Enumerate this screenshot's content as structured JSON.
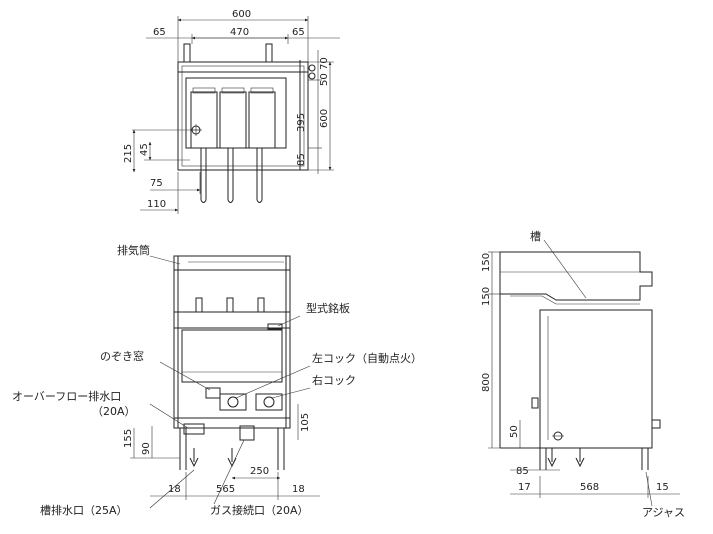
{
  "top_view": {
    "dims": {
      "overall_width": "600",
      "side_left": "65",
      "inner_width": "470",
      "side_right": "65",
      "right_top": "70",
      "right_small": "50",
      "right_mid": "395",
      "right_overall": "600",
      "right_bottom": "85",
      "left_215": "215",
      "left_45": "45",
      "bottom_75": "75",
      "bottom_110": "110"
    }
  },
  "front_view": {
    "labels": {
      "exhaust": "排気筒",
      "nameplate": "型式銘板",
      "sight_window": "のぞき窓",
      "left_cock": "左コック（自動点火）",
      "right_cock": "右コック",
      "overflow": "オーバーフロー排水口",
      "overflow_size": "（20A）",
      "tank_drain": "槽排水口（25A）",
      "gas_inlet": "ガス接続口（20A）"
    },
    "dims": {
      "d155": "155",
      "d90": "90",
      "d105": "105",
      "d250": "250",
      "d18_left": "18",
      "d565": "565",
      "d18_right": "18"
    }
  },
  "side_view": {
    "labels": {
      "tank": "槽",
      "adjuster": "アジャス"
    },
    "dims": {
      "d150_a": "150",
      "d150_b": "150",
      "d800": "800",
      "d50": "50",
      "d85": "85",
      "d17": "17",
      "d568": "568",
      "d15": "15"
    }
  }
}
